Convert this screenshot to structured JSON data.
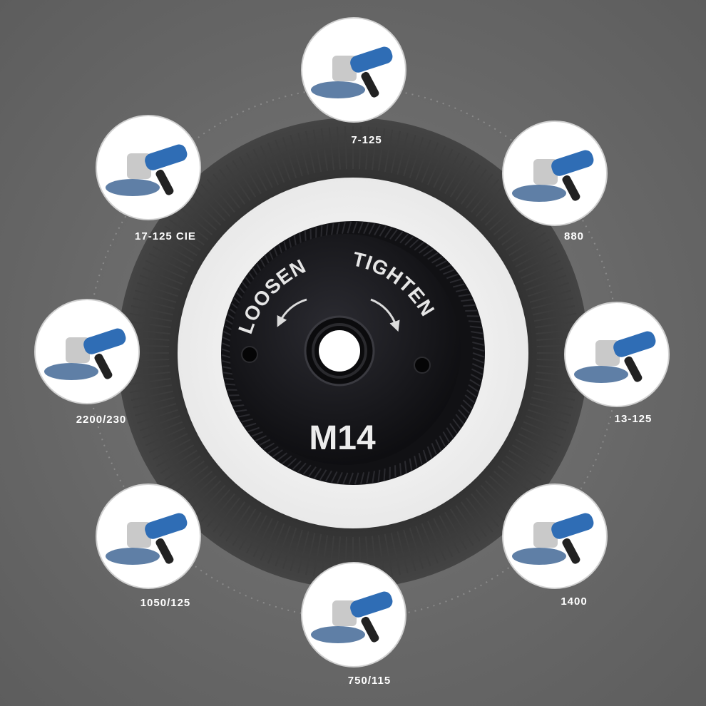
{
  "nut": {
    "loosen_label": "LOOSEN",
    "tighten_label": "TIGHTEN",
    "size_label": "M14"
  },
  "models": [
    {
      "label": "7-125"
    },
    {
      "label": "880"
    },
    {
      "label": "13-125"
    },
    {
      "label": "1400"
    },
    {
      "label": "750/115"
    },
    {
      "label": "1050/125"
    },
    {
      "label": "2200/230"
    },
    {
      "label": "17-125 CIE"
    }
  ],
  "colors": {
    "background": "#6b6b6b",
    "outer_ring": "#3a3a3a",
    "inner_disc": "#ffffff",
    "nut_body": "#1a1a1e",
    "grinder_blue": "#2f6db5",
    "label_text": "#ffffff"
  }
}
